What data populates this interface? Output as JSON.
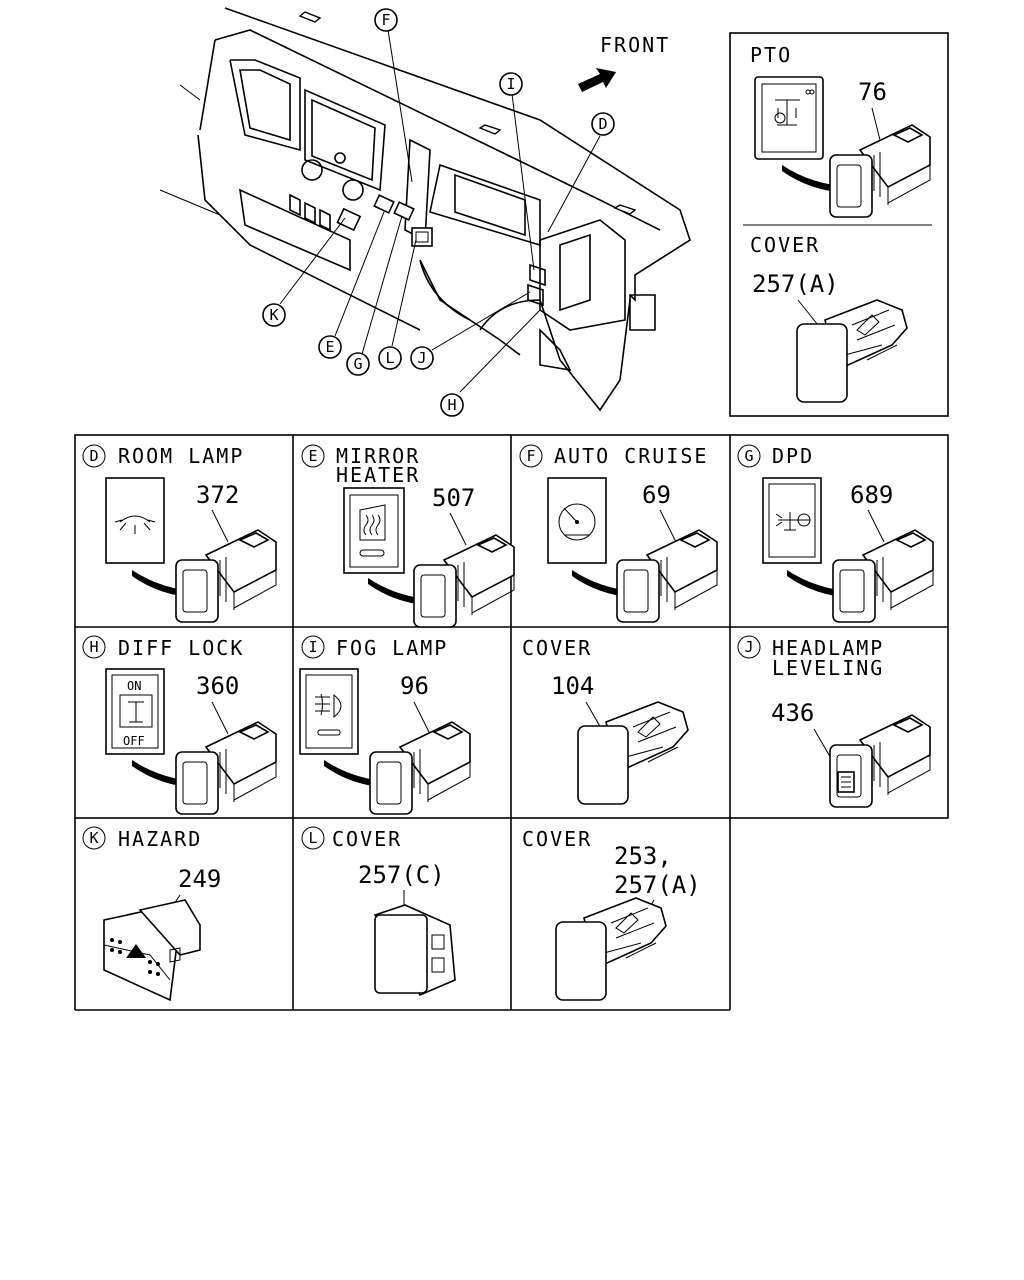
{
  "front_label": "FRONT",
  "callouts": [
    "F",
    "I",
    "D",
    "K",
    "E",
    "G",
    "L",
    "J",
    "H"
  ],
  "pto": {
    "title": "PTO",
    "part": "76",
    "cover_title": "COVER",
    "cover_part": "257(A)"
  },
  "cells": {
    "D": {
      "letter": "D",
      "title": "ROOM LAMP",
      "part": "372"
    },
    "E": {
      "letter": "E",
      "title_line1": "MIRROR",
      "title_line2": "HEATER",
      "part": "507"
    },
    "F": {
      "letter": "F",
      "title": "AUTO CRUISE",
      "part": "69"
    },
    "G": {
      "letter": "G",
      "title": "DPD",
      "part": "689"
    },
    "H": {
      "letter": "H",
      "title": "DIFF LOCK",
      "part": "360",
      "on": "ON",
      "off": "OFF"
    },
    "I": {
      "letter": "I",
      "title": "FOG LAMP",
      "part": "96"
    },
    "cover104": {
      "title": "COVER",
      "part": "104"
    },
    "J": {
      "letter": "J",
      "title_line1": "HEADLAMP",
      "title_line2": "LEVELING",
      "part": "436"
    },
    "K": {
      "letter": "K",
      "title": "HAZARD",
      "part": "249"
    },
    "L": {
      "letter": "L",
      "title": "COVER",
      "part": "257(C)"
    },
    "cover253": {
      "title": "COVER",
      "part_line1": "253,",
      "part_line2": "257(A)"
    }
  }
}
